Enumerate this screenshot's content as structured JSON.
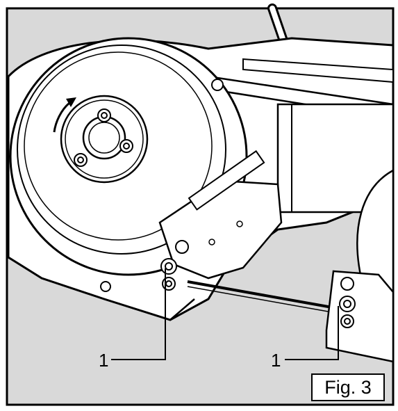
{
  "figure": {
    "label": "Fig. 3",
    "callouts": [
      {
        "id": "left",
        "text": "1"
      },
      {
        "id": "right",
        "text": "1"
      }
    ]
  },
  "colors": {
    "background": "#d9d9d9",
    "ink": "#000000",
    "paper": "#ffffff"
  }
}
